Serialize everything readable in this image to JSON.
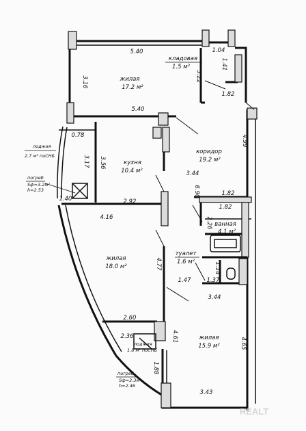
{
  "rooms": {
    "zhilaya1": {
      "name": "жилая",
      "area": "17.2 м²"
    },
    "kladovaya": {
      "name": "кладовая",
      "area": "1.5 м²"
    },
    "kuhnya": {
      "name": "кухня",
      "area": "10.4 м²"
    },
    "koridor": {
      "name": "коридор",
      "area": "19.2 м²"
    },
    "zhilaya2": {
      "name": "жилая",
      "area": "18.0 м²"
    },
    "vannaya": {
      "name": "ванная",
      "area": "4.1 м²"
    },
    "tualet": {
      "name": "туалет",
      "area": "1.6 м²"
    },
    "zhilaya3": {
      "name": "жилая",
      "area": "15.9 м²"
    }
  },
  "notes": {
    "lodzhiya1": {
      "title": "лоджия",
      "value": "2.7 м² поСНБ"
    },
    "pogreb1": {
      "title": "погреб",
      "line1": "Sф=3.2м²",
      "line2": "h=2.53"
    },
    "lodzhiya2": {
      "title": "лоджия",
      "value": "1.8 м² поСНБ"
    },
    "pogreb2": {
      "title": "погреб",
      "line1": "Sф=2.3м²",
      "line2": "h=2.46"
    }
  },
  "dims": {
    "d540_top": "5.40",
    "d104": "1.04",
    "d316": "3.16",
    "d322": "3.22",
    "d141": "1.41",
    "d182_a": "1.82",
    "d540_mid": "5.40",
    "d078": "0.78",
    "d499": "4.99",
    "d317": "3.17",
    "d356": "3.56",
    "d344_a": "3.44",
    "d690": "6.90",
    "d182_b": "1.82",
    "d140": "1.40",
    "d292": "2.92",
    "d182_c": "1.82",
    "d226": "2.26",
    "d416": "4.16",
    "d477": "4.77",
    "d114": "1.14",
    "d147": "1.47",
    "d137": "1.37",
    "d344_b": "3.44",
    "d260": "2.60",
    "d236": "2.36",
    "d461": "4.61",
    "d465": "4.65",
    "d188": "1.88",
    "d343": "3.43"
  },
  "watermark": "REALT"
}
